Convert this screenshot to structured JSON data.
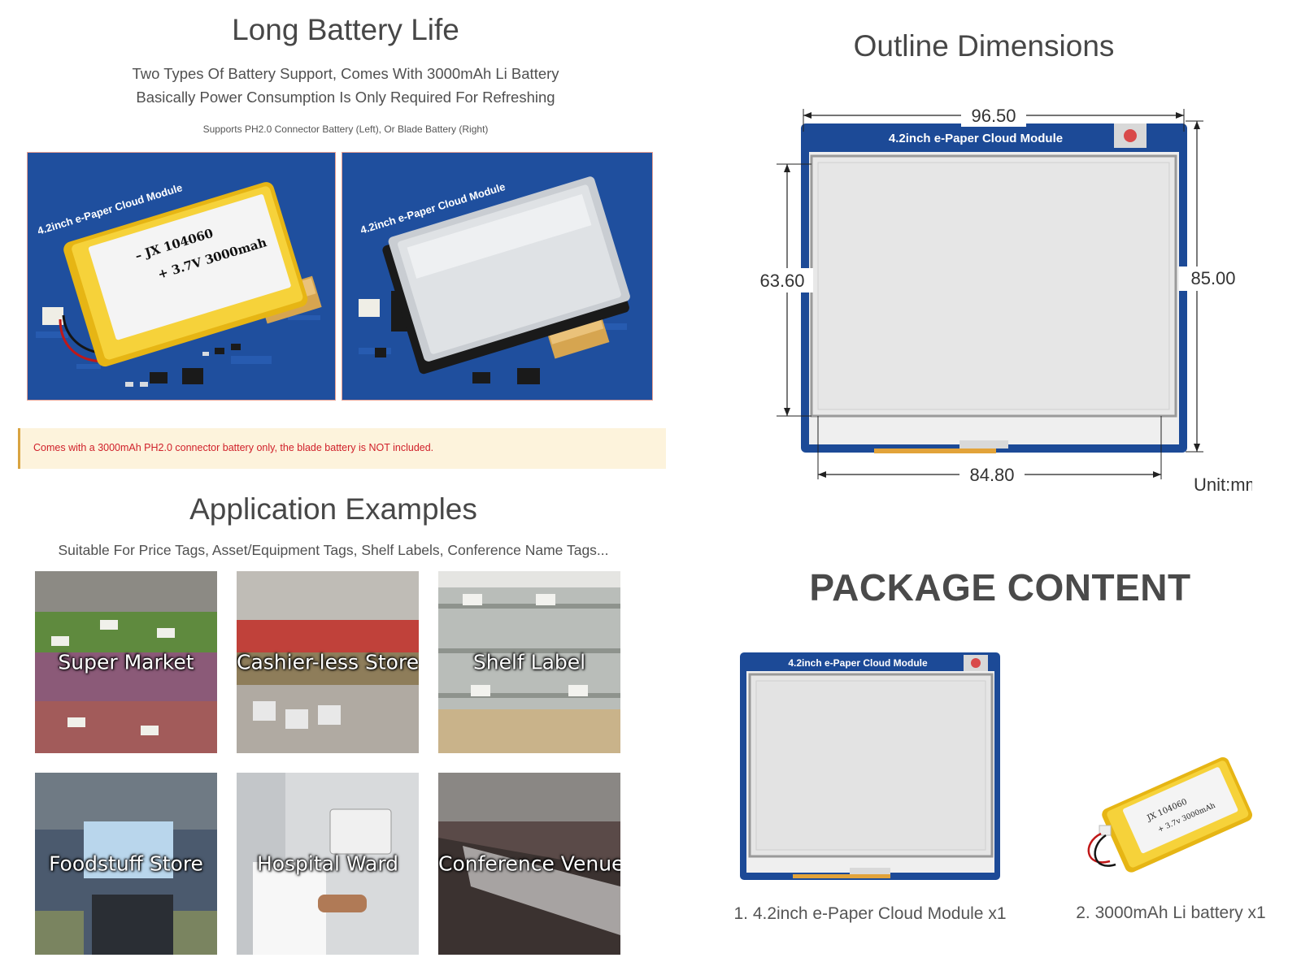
{
  "battery": {
    "title": "Long Battery Life",
    "line1": "Two Types Of Battery Support, Comes With 3000mAh Li Battery",
    "line2": "Basically Power Consumption Is Only Required For Refreshing",
    "note": "Supports PH2.0 Connector Battery (Left), Or Blade Battery (Right)",
    "photo_left": {
      "board_text": "4.2inch e-Paper Cloud Module",
      "battery_text1": "– JX  104060",
      "battery_text2": "+ 3.7V 3000mah"
    },
    "photo_right": {
      "board_text": "4.2inch e-Paper Cloud Module"
    },
    "warning": "Comes with a 3000mAh PH2.0 connector battery only, the blade battery is NOT included."
  },
  "applications": {
    "title": "Application Examples",
    "subtitle": "Suitable For Price Tags, Asset/Equipment Tags, Shelf Labels, Conference Name Tags...",
    "tiles": [
      {
        "label": "Super Market",
        "color": "#6a7a52"
      },
      {
        "label": "Cashier-less Store",
        "color": "#7b6f68"
      },
      {
        "label": "Shelf Label",
        "color": "#b9bdb9"
      },
      {
        "label": "Foodstuff Store",
        "color": "#4b5a6e"
      },
      {
        "label": "Hospital Ward",
        "color": "#c9cccf"
      },
      {
        "label": "Conference Venue",
        "color": "#5a4a48"
      }
    ]
  },
  "outline": {
    "title": "Outline Dimensions",
    "board_label": "4.2inch e-Paper Cloud Module",
    "dim_top": "96.50",
    "dim_left": "63.60",
    "dim_right": "85.00",
    "dim_bottom": "84.80",
    "unit": "Unit:mm"
  },
  "package": {
    "title": "PACKAGE CONTENT",
    "item1": "1. 4.2inch e-Paper Cloud Module x1",
    "item2": "2. 3000mAh Li battery x1",
    "module_label": "4.2inch e-Paper Cloud Module",
    "battery_text1": "JX  104060",
    "battery_text2": "+ 3.7v  3000mAh"
  },
  "colors": {
    "pcb_blue": "#1f4f9e",
    "battery_yellow": "#f2c21c",
    "warning_red": "#d0202a",
    "notice_bg": "#fdf3dc"
  }
}
